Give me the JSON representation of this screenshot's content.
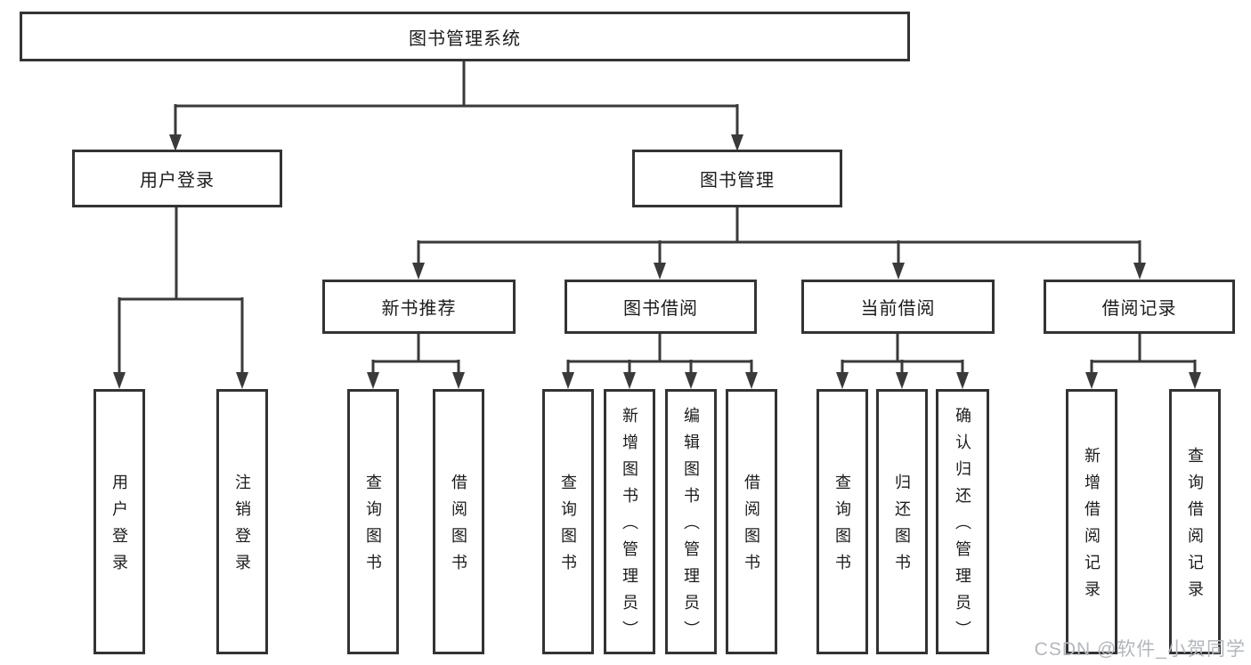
{
  "diagram": {
    "root": {
      "label": "图书管理系统"
    },
    "branches": [
      {
        "label": "用户登录",
        "children": [
          {
            "label": "用户登录"
          },
          {
            "label": "注销登录"
          }
        ]
      },
      {
        "label": "图书管理",
        "children": [
          {
            "label": "新书推荐",
            "children": [
              {
                "label": "查询图书"
              },
              {
                "label": "借阅图书"
              }
            ]
          },
          {
            "label": "图书借阅",
            "children": [
              {
                "label": "查询图书"
              },
              {
                "label": "新增图书（管理员）"
              },
              {
                "label": "编辑图书（管理员）"
              },
              {
                "label": "借阅图书"
              }
            ]
          },
          {
            "label": "当前借阅",
            "children": [
              {
                "label": "查询图书"
              },
              {
                "label": "归还图书"
              },
              {
                "label": "确认归还（管理员）"
              }
            ]
          },
          {
            "label": "借阅记录",
            "children": [
              {
                "label": "新增借阅记录"
              },
              {
                "label": "查询借阅记录"
              }
            ]
          }
        ]
      }
    ]
  },
  "watermark": "CSDN @软件_小贺同学",
  "colors": {
    "line": "#3a3a3a",
    "box_border": "#333333",
    "text": "#1c1c1c",
    "watermark_text": "#b3b7bd",
    "background": "#ffffff"
  }
}
